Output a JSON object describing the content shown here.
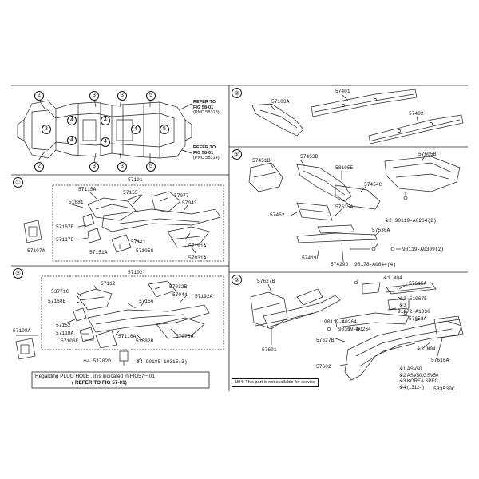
{
  "sections": {
    "s1": "①",
    "s2": "②",
    "s3": "③",
    "s4": "④",
    "s5": "⑤"
  },
  "refer_top": {
    "line1": "REFER TO",
    "line2": "FIG 58-01",
    "line3": "(PNC 58313)"
  },
  "refer_bottom": {
    "line1": "REFER TO",
    "line2": "FIG 58-01",
    "line3": "(PNC 58314)"
  },
  "s1_parts": {
    "p57101": "57101",
    "p57115A": "57115A",
    "p57155": "57155",
    "p57077": "57077",
    "p51681": "51681",
    "p57043": "57043",
    "p57167E": "57167E",
    "p57117B": "57117B",
    "p57111": "57111",
    "p57191A": "57191A",
    "p57151A": "57151A",
    "p57105G": "57105G",
    "p57031A": "57031A",
    "p57107A": "57107A"
  },
  "s2_parts": {
    "p57102": "57102",
    "p57112": "57112",
    "p57032B": "57032B",
    "p53771C": "53771C",
    "p57044": "57044",
    "p57192A": "57192A",
    "p57168E": "57168E",
    "p57156": "57156",
    "p57152": "57152",
    "p57118A": "57118A",
    "p57078A": "57078A",
    "p57116A": "57116A",
    "p57106E": "57106E",
    "p51682B": "51682B",
    "p57108A": "57108A",
    "p51702D": "※4 51702D",
    "p90105": "※4 90105-10315(3)"
  },
  "note": {
    "line1": "Regarding   PLUG HOLE  , it is indicated   in  FIG57－01",
    "line2": "( REFER TO FIG 57-01)"
  },
  "s3_parts": {
    "p57103A": "57103A",
    "p57401": "57401",
    "p57402": "57402"
  },
  "s4_parts": {
    "p57451B": "57451B",
    "p57453D": "57453D",
    "p58105E": "58105E",
    "p57605B": "57605B",
    "p57454C": "57454C",
    "p57452": "57452",
    "p57535A": "57535A",
    "p90119_2": "※2 90119-A0264(2)",
    "p57536A": "57536A",
    "p57419D": "57419D",
    "p57429D": "57429D",
    "p90178": "90178-A0044(4)",
    "p90119_3": "90119-A0309(2)"
  },
  "s5_parts": {
    "p57627B": "57627B",
    "pN04a": "※1 N04",
    "p57615A": "57615A",
    "p51967E": "※3 51967E",
    "p91672_pre": "※3",
    "p91672": "91672-A1030",
    "p90119a": "90119-A0264",
    "p90119b": "90119-A0264",
    "p57653A": "57653A",
    "p57601": "57601",
    "p57627B_2": "57627B",
    "p57616A": "57616A",
    "pN04b": "※3 N04",
    "p57602": "57602"
  },
  "legend": {
    "l1": "※1 ASV50",
    "l2": "※2 ASV50,GSV50",
    "l3": "※3 KOREA SPEC",
    "l4": "※4 (1312-     )"
  },
  "n04_note": "N04: This part is not available for service",
  "figure_code": "533530C",
  "callouts": {
    "c1": "1",
    "c2": "2",
    "c3": "3",
    "c4": "4",
    "c5": "5"
  }
}
